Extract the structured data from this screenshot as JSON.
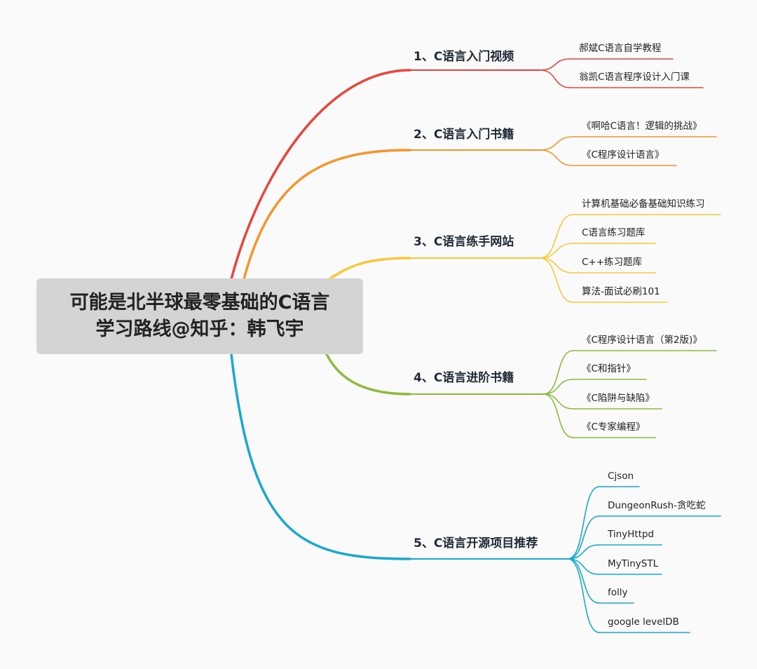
{
  "root": {
    "line1": "可能是北半球最零基础的C语言",
    "line2": "学习路线@知乎：韩飞宇"
  },
  "branches": [
    {
      "label": "1、C语言入门视频",
      "color": "#e8453c",
      "children": [
        "郝斌C语言自学教程",
        "翁凯C语言程序设计入门课"
      ]
    },
    {
      "label": "2、C语言入门书籍",
      "color": "#f4952d",
      "children": [
        "《啊哈C语言！逻辑的挑战》",
        "《C程序设计语言》"
      ]
    },
    {
      "label": "3、C语言练手网站",
      "color": "#f8c73c",
      "children": [
        "计算机基础必备基础知识练习",
        "C语言练习题库",
        "C++练习题库",
        "算法-面试必刷101"
      ]
    },
    {
      "label": "4、C语言进阶书籍",
      "color": "#8dbb3e",
      "children": [
        "《C程序设计语言（第2版)》",
        "《C和指针》",
        "《C陷阱与缺陷》",
        "《C专家编程》"
      ]
    },
    {
      "label": "5、C语言开源项目推荐",
      "color": "#1aa9cc",
      "children": [
        "Cjson",
        "DungeonRush-贪吃蛇",
        "TinyHttpd",
        "MyTinySTL",
        "folly",
        "google levelDB"
      ]
    }
  ]
}
